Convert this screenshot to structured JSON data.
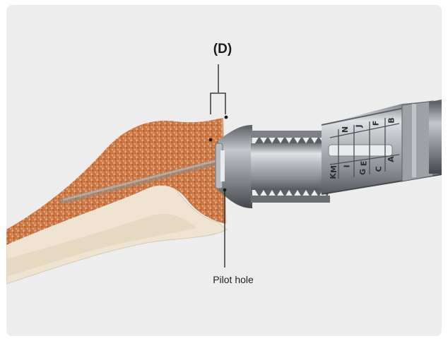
{
  "labels": {
    "depth_marker": "(D)",
    "pilot_hole": "Pilot hole"
  },
  "instrument": {
    "scale_letters_top": [
      "N",
      "J",
      "F",
      "B"
    ],
    "scale_letters_bottom": [
      "M",
      "I",
      "E",
      "A"
    ],
    "scale_letters_low": [
      "K",
      "G",
      "C"
    ]
  },
  "colors": {
    "background": "#ededed",
    "bone_cancellous": "#c9703f",
    "bone_cortex": "#efe4d2",
    "instrument_metal": "#a8acb1"
  }
}
